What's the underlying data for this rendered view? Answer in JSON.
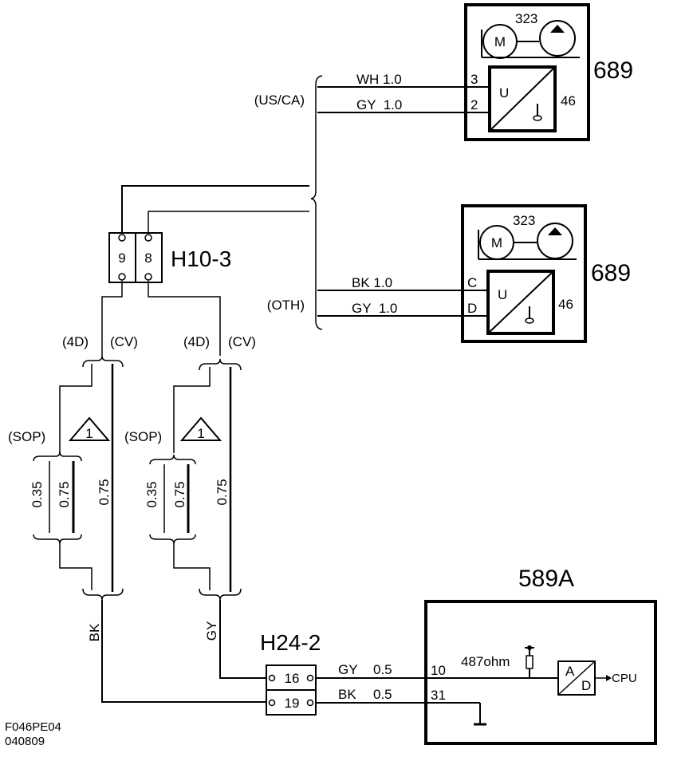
{
  "components": {
    "top_module": {
      "id": "689",
      "motor_label": "M",
      "pump_id": "323",
      "sensor_id": "46",
      "sensor_letter": "U"
    },
    "bottom_module": {
      "id": "689",
      "motor_label": "M",
      "pump_id": "323",
      "sensor_id": "46",
      "sensor_letter": "U"
    },
    "connector_h10": {
      "id": "H10-3",
      "pins": [
        "9",
        "8"
      ]
    },
    "connector_h24": {
      "id": "H24-2",
      "pins": [
        "16",
        "19"
      ]
    },
    "ecu": {
      "id": "589A",
      "resistor": "487ohm",
      "adc_a": "A",
      "adc_d": "D",
      "cpu": "CPU",
      "pin_signal": "10",
      "pin_ground": "31"
    }
  },
  "markets": {
    "us_ca": "(US/CA)",
    "other": "(OTH)"
  },
  "top_wires": [
    {
      "label": "WH 1.0",
      "pin": "3"
    },
    {
      "label": "GY  1.0",
      "pin": "2"
    }
  ],
  "bottom_wires": [
    {
      "label": "BK 1.0",
      "pin": "C"
    },
    {
      "label": "GY  1.0",
      "pin": "D"
    }
  ],
  "variants": {
    "body_4d": "(4D)",
    "body_cv": "(CV)",
    "sop": "(SOP)",
    "note_number": "1"
  },
  "wire_sizes": {
    "a": "0.35",
    "b": "0.75",
    "c": "0.75"
  },
  "colors": {
    "bk": "BK",
    "gy": "GY"
  },
  "ecu_wires": [
    {
      "color": "GY",
      "size": "0.5"
    },
    {
      "color": "BK",
      "size": "0.5"
    }
  ],
  "footer": {
    "code": "F046PE04",
    "date": "040809"
  }
}
